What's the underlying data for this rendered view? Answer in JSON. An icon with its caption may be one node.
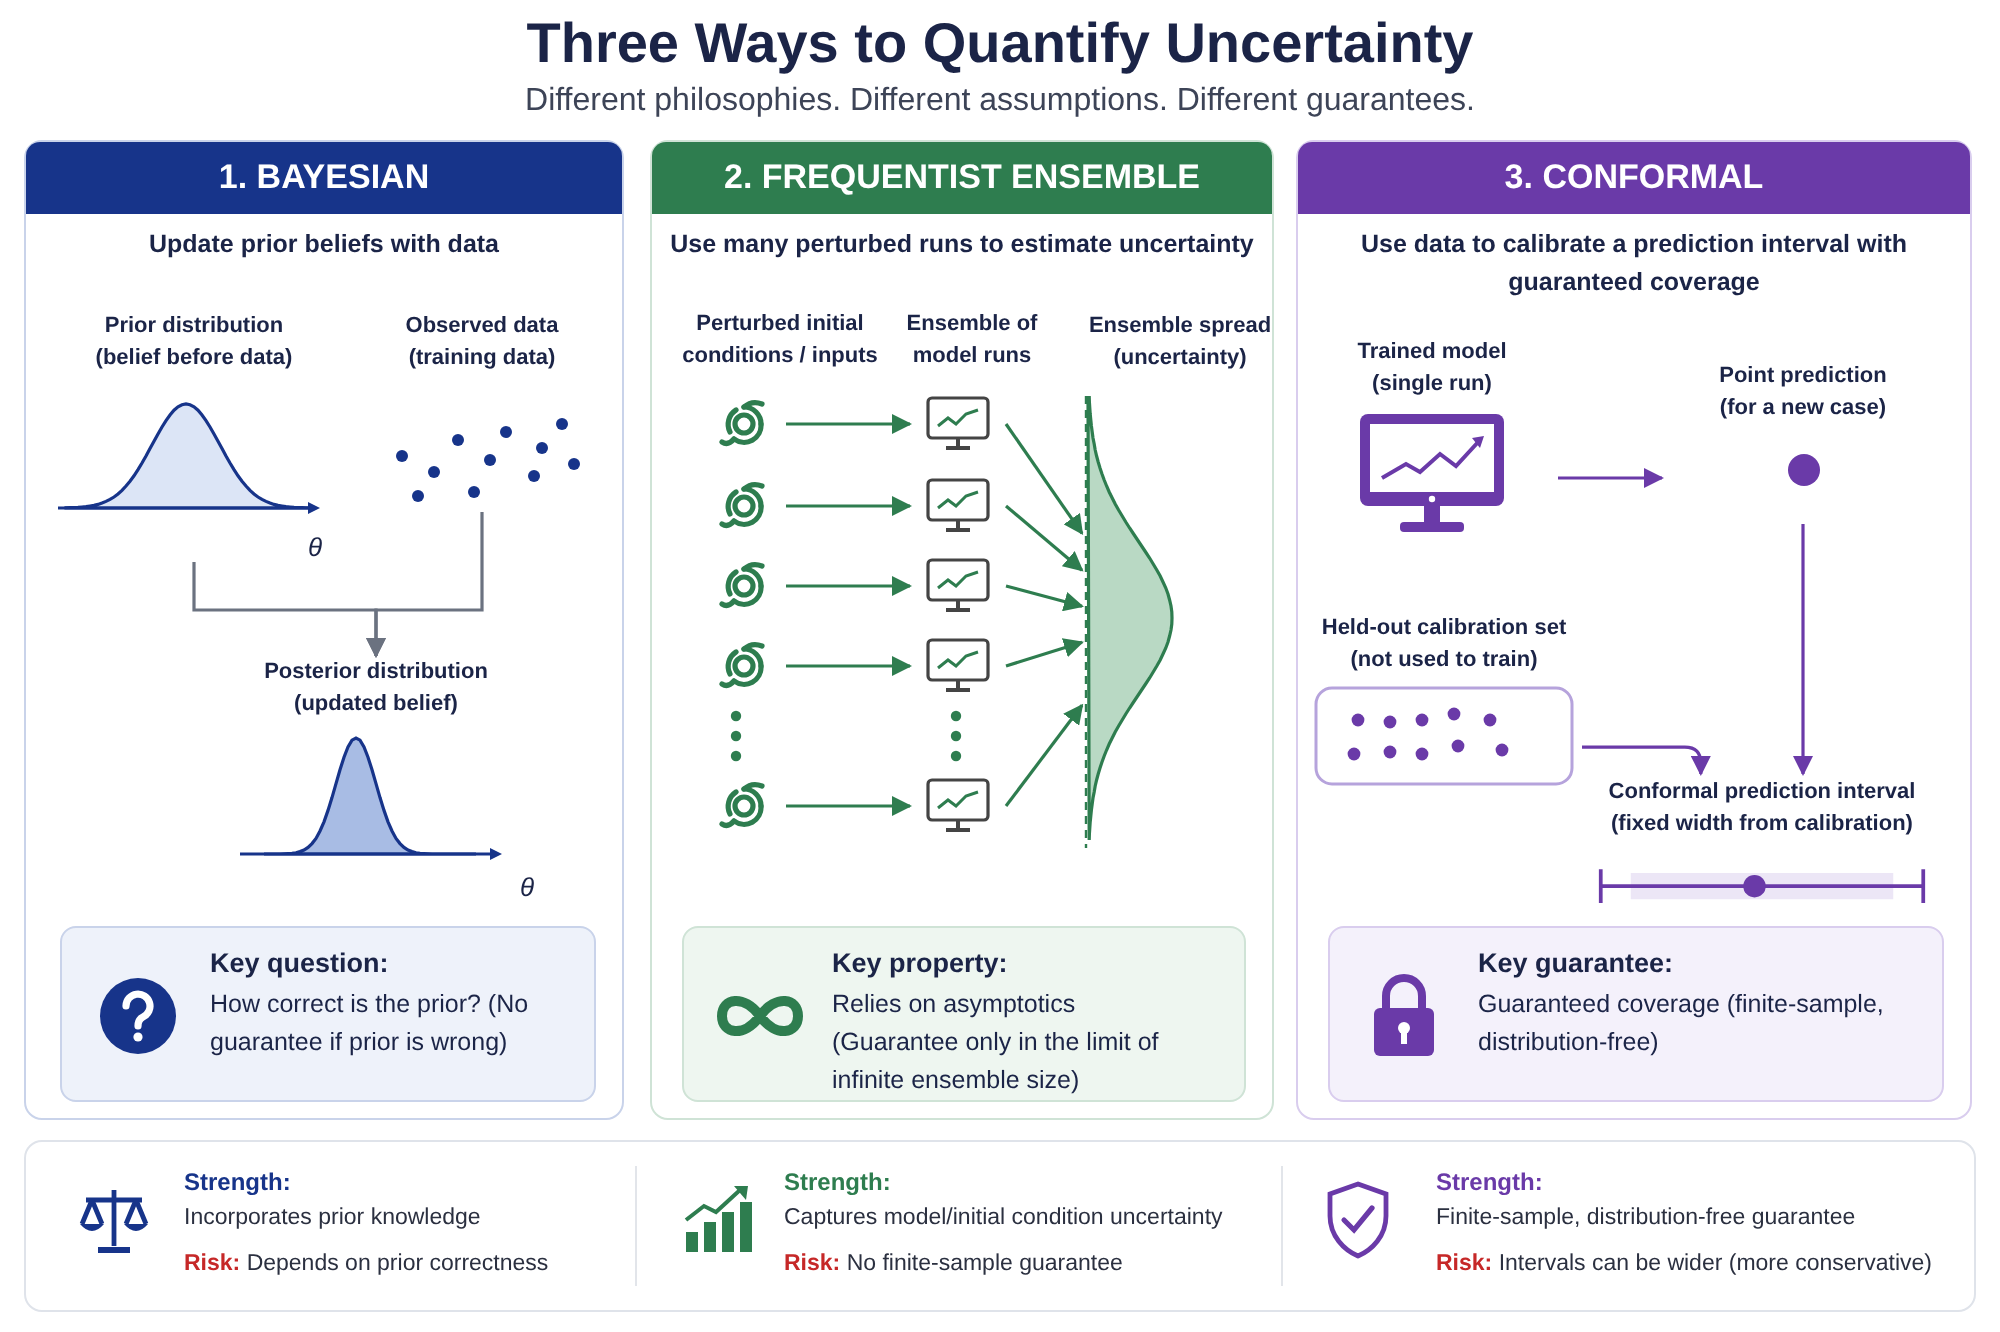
{
  "diagram": {
    "title": "Three Ways to Quantify Uncertainty",
    "nodes": [
      {
        "text": [
          "1. BAYESIAN",
          "Update prior beliefs with data"
        ]
      },
      {
        "text": [
          "Prior distribution (belief before data)",
          "θ"
        ],
        "in": 0
      },
      {
        "text": [
          "Observed data (training data)"
        ],
        "in": 0
      },
      {
        "text": [
          "Posterior distribution (updated belief)",
          "θ"
        ],
        "in": 0
      },
      {
        "text": [
          "Key question:",
          "How correct is the prior? (No guarantee if prior is wrong)"
        ],
        "in": 0
      },
      {
        "text": [
          "2. FREQUENTIST ENSEMBLE",
          "Use many perturbed runs to estimate uncertainty"
        ]
      },
      {
        "text": [],
        "shape": "spiral",
        "in": 5
      },
      {
        "text": [],
        "shape": "spiral",
        "in": 5
      },
      {
        "text": [],
        "shape": "spiral",
        "in": 5
      },
      {
        "text": [],
        "shape": "spiral",
        "in": 5
      },
      {
        "text": [],
        "shape": "spiral",
        "in": 5
      },
      {
        "text": [],
        "shape": "monitor",
        "in": 5
      },
      {
        "text": [],
        "shape": "monitor",
        "in": 5
      },
      {
        "text": [],
        "shape": "monitor",
        "in": 5
      },
      {
        "text": [],
        "shape": "monitor",
        "in": 5
      },
      {
        "text": [],
        "shape": "monitor",
        "in": 5
      },
      {
        "text": [
          "Ensemble spread (uncertainty)"
        ],
        "in": 5
      },
      {
        "text": [
          "Key property:",
          "Relies on asymptotics (Guarantee only in the limit of infinite ensemble size)"
        ],
        "in": 5
      },
      {
        "text": [
          "3. CONFORMAL",
          "Use data to calibrate a prediction interval with guaranteed coverage"
        ]
      },
      {
        "text": [
          "Trained model (single run)"
        ],
        "in": 18
      },
      {
        "text": [
          "Point prediction (for a new case)"
        ],
        "in": 18
      },
      {
        "text": [
          "Held-out calibration set (not used to train)"
        ],
        "in": 18
      },
      {
        "text": [
          "Conformal prediction interval (fixed width from calibration)"
        ],
        "in": 18
      },
      {
        "text": [
          "Key guarantee:",
          "Guaranteed coverage (finite-sample, distribution-free)"
        ],
        "in": 18
      }
    ],
    "edges": [
      {
        "from": 1,
        "to": 3,
        "arrow": "to",
        "color": "#6b7280"
      },
      {
        "from": 2,
        "to": 3,
        "arrow": "to",
        "color": "#6b7280"
      },
      {
        "from": 6,
        "to": 11,
        "arrow": "to"
      },
      {
        "from": 7,
        "to": 12,
        "arrow": "to"
      },
      {
        "from": 8,
        "to": 13,
        "arrow": "to"
      },
      {
        "from": 9,
        "to": 14,
        "arrow": "to"
      },
      {
        "from": 10,
        "to": 15,
        "arrow": "to"
      },
      {
        "from": 11,
        "to": 16,
        "arrow": "to"
      },
      {
        "from": 12,
        "to": 16,
        "arrow": "to"
      },
      {
        "from": 13,
        "to": 16,
        "arrow": "to"
      },
      {
        "from": 14,
        "to": 16,
        "arrow": "to"
      },
      {
        "from": 15,
        "to": 16,
        "arrow": "to"
      },
      {
        "from": 19,
        "to": 20,
        "arrow": "to",
        "color": "#6a3aa8"
      },
      {
        "from": 20,
        "to": 22,
        "arrow": "to",
        "color": "#6a3aa8"
      },
      {
        "from": 21,
        "to": 22,
        "arrow": "to",
        "color": "#6a3aa8"
      }
    ],
    "labels": [
      "Different philosophies. Different assumptions. Different guarantees.",
      "Perturbed initial conditions / inputs",
      "Ensemble of model runs",
      "Strength:",
      "Incorporates prior knowledge",
      "**Risk:** Depends on prior correctness",
      "Strength:",
      "Captures model/initial condition uncertainty",
      "**Risk:** No finite-sample guarantee",
      "Strength:",
      "Finite-sample, distribution-free guarantee",
      "**Risk:** Intervals can be wider (more conservative)"
    ]
  }
}
